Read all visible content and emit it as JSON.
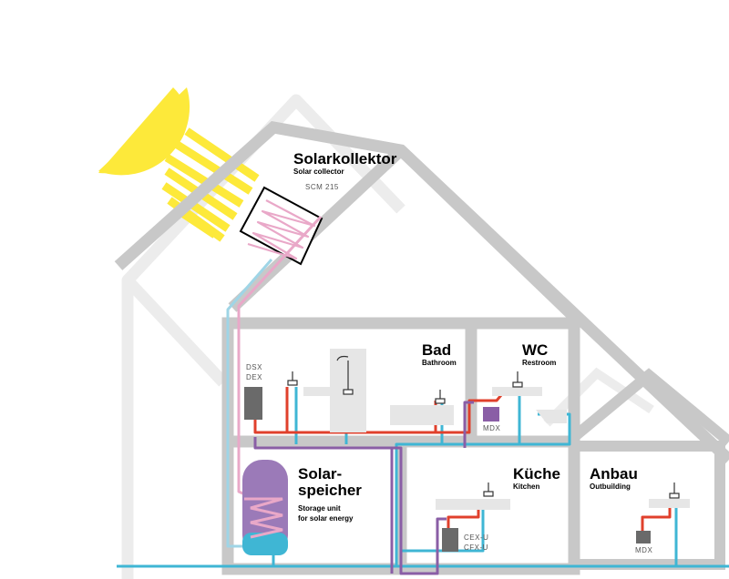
{
  "solar": {
    "title": "Solarkollektor",
    "subtitle": "Solar collector",
    "model": "SCM 215"
  },
  "rooms": {
    "bathroom": {
      "title": "Bad",
      "subtitle": "Bathroom"
    },
    "restroom": {
      "title": "WC",
      "subtitle": "Restroom"
    },
    "storage": {
      "title_line1": "Solar-",
      "title_line2": "speicher",
      "subtitle_line1": "Storage unit",
      "subtitle_line2": "for solar energy"
    },
    "kitchen": {
      "title": "Küche",
      "subtitle": "Kitchen"
    },
    "outbuilding": {
      "title": "Anbau",
      "subtitle": "Outbuilding"
    }
  },
  "devices": {
    "dsx": "DSX",
    "dex": "DEX",
    "mdx_wc": "MDX",
    "cex": "CEX-U",
    "cfx": "CFX-U",
    "mdx_anbau": "MDX"
  },
  "colors": {
    "house": "#c8c8c8",
    "house_bg": "#ececec",
    "sun": "#fde93a",
    "hot": "#e0402c",
    "cold": "#3fb6d4",
    "solar_loop": "#e9a8c8",
    "solar_return": "#9fd5e6",
    "circulation": "#8a5ea6",
    "tank": "#9b7ab8"
  }
}
